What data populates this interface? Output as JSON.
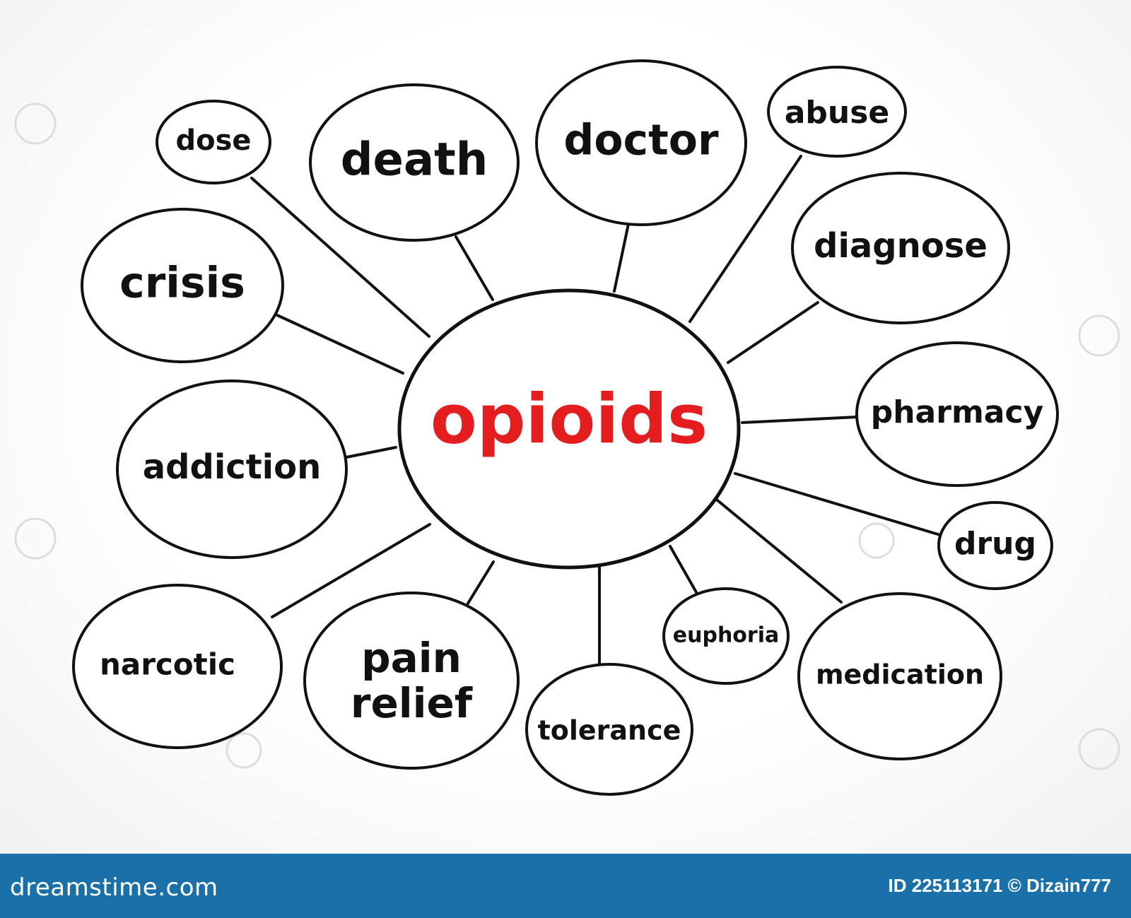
{
  "center": {
    "label": "opioids",
    "color": "#e41e1e"
  },
  "nodes": [
    {
      "label": "dose"
    },
    {
      "label": "death"
    },
    {
      "label": "doctor"
    },
    {
      "label": "abuse"
    },
    {
      "label": "crisis"
    },
    {
      "label": "diagnose"
    },
    {
      "label": "pharmacy"
    },
    {
      "label": "addiction"
    },
    {
      "label": "drug"
    },
    {
      "label": "euphoria"
    },
    {
      "label": "narcotic"
    },
    {
      "label": "pain relief"
    },
    {
      "label": "tolerance"
    },
    {
      "label": "medication"
    }
  ],
  "footer": {
    "brand": "dreamstime.com",
    "id_text": "ID 225113171 © Dizain777",
    "background": "#1a70a8"
  }
}
